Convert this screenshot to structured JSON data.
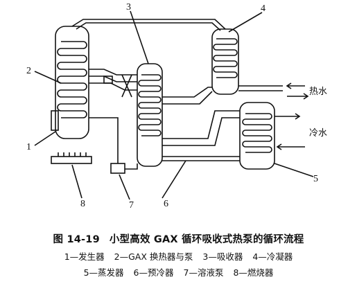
{
  "callouts": [
    "1",
    "2",
    "3",
    "4",
    "5",
    "6",
    "7",
    "8"
  ],
  "side_labels": {
    "hot_water": "热水",
    "cold_water": "冷水"
  },
  "caption": {
    "figure_number": "图 14-19",
    "title": "小型高效 GAX 循环吸收式热泵的循环流程"
  },
  "legend": [
    "1—发生器",
    "2—GAX 换热器与泵",
    "3—吸收器",
    "4—冷凝器",
    "5—蒸发器",
    "6—预冷器",
    "7—溶液泵",
    "8—燃烧器"
  ]
}
